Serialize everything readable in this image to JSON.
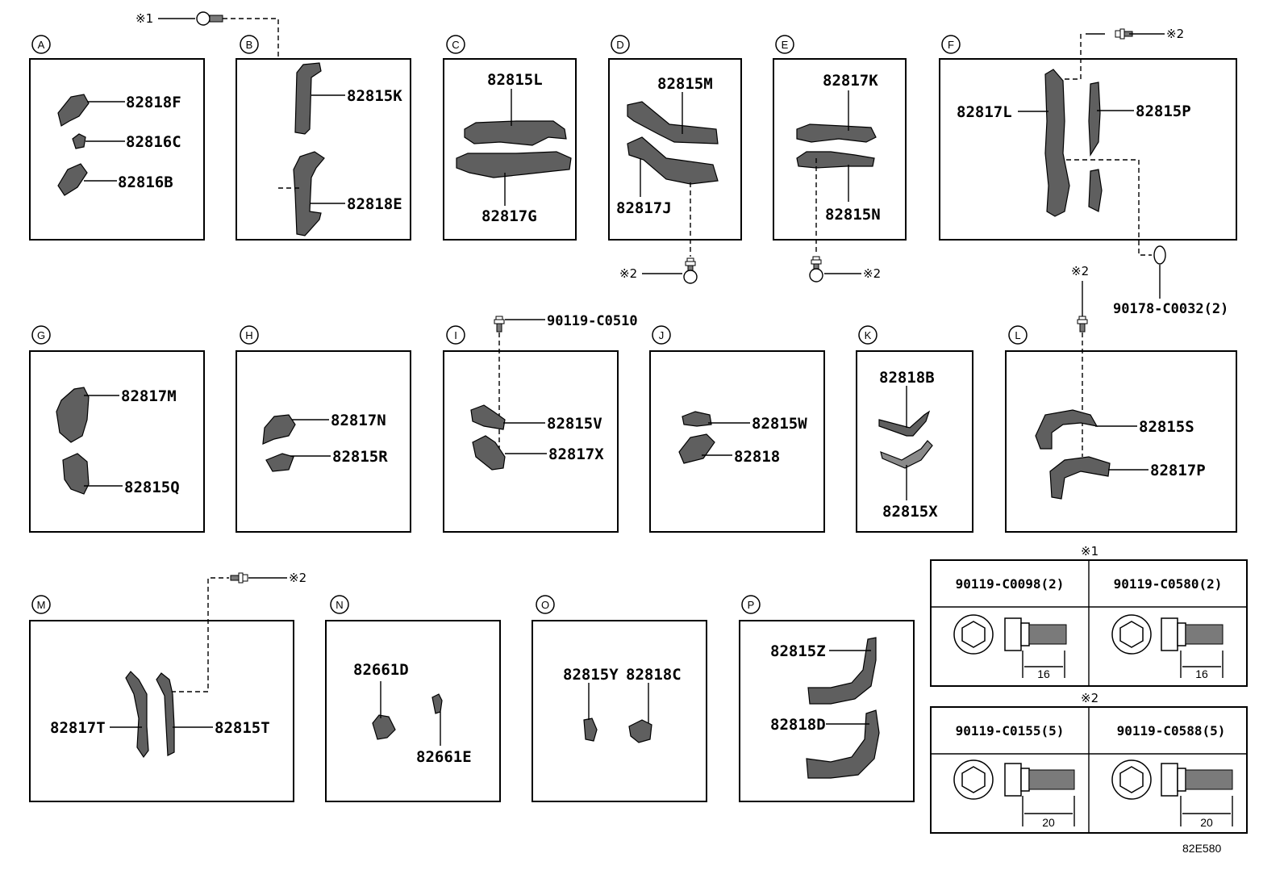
{
  "panels": {
    "A": {
      "letter": "A",
      "parts": [
        "82818F",
        "82816C",
        "82816B"
      ]
    },
    "B": {
      "letter": "B",
      "parts": [
        "82815K",
        "82818E"
      ]
    },
    "C": {
      "letter": "C",
      "parts": [
        "82815L",
        "82817G"
      ]
    },
    "D": {
      "letter": "D",
      "parts": [
        "82815M",
        "82817J"
      ]
    },
    "E": {
      "letter": "E",
      "parts": [
        "82817K",
        "82815N"
      ]
    },
    "F": {
      "letter": "F",
      "parts": [
        "82817L",
        "82815P"
      ]
    },
    "G": {
      "letter": "G",
      "parts": [
        "82817M",
        "82815Q"
      ]
    },
    "H": {
      "letter": "H",
      "parts": [
        "82817N",
        "82815R"
      ]
    },
    "I": {
      "letter": "I",
      "parts": [
        "82815V",
        "82817X"
      ]
    },
    "J": {
      "letter": "J",
      "parts": [
        "82815W",
        "82818"
      ]
    },
    "K": {
      "letter": "K",
      "parts": [
        "82818B",
        "82815X"
      ]
    },
    "L": {
      "letter": "L",
      "parts": [
        "82815S",
        "82817P"
      ]
    },
    "M": {
      "letter": "M",
      "parts": [
        "82817T",
        "82815T"
      ]
    },
    "N": {
      "letter": "N",
      "parts": [
        "82661D",
        "82661E"
      ]
    },
    "O": {
      "letter": "O",
      "parts": [
        "82815Y",
        "82818C"
      ]
    },
    "P": {
      "letter": "P",
      "parts": [
        "82815Z",
        "82818D"
      ]
    }
  },
  "fasteners": {
    "ref1": "※1",
    "ref2": "※2",
    "bolt_i": "90119-C0510",
    "nut_f": "90178-C0032(2)"
  },
  "legend": {
    "group1": {
      "title": "※1",
      "items": [
        {
          "part": "90119-C0098(2)",
          "length": "16"
        },
        {
          "part": "90119-C0580(2)",
          "length": "16"
        }
      ]
    },
    "group2": {
      "title": "※2",
      "items": [
        {
          "part": "90119-C0155(5)",
          "length": "20"
        },
        {
          "part": "90119-C0588(5)",
          "length": "20"
        }
      ]
    }
  },
  "figure_code": "82E580"
}
